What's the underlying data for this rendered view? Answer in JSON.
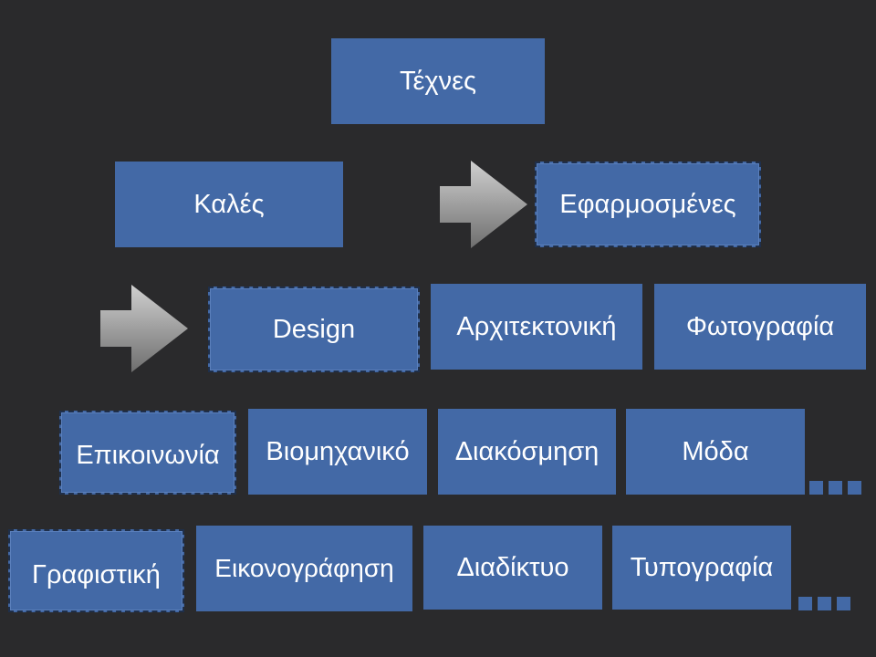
{
  "diagram": {
    "root": "Τέχνες",
    "level1": {
      "fine": "Καλές",
      "applied": "Εφαρμοσμένες"
    },
    "level2": {
      "design": "Design",
      "architecture": "Αρχιτεκτονική",
      "photography": "Φωτογραφία"
    },
    "level3": {
      "communication": "Επικοινωνία",
      "industrial": "Βιομηχανικό",
      "decoration": "Διακόσμηση",
      "fashion": "Μόδα"
    },
    "level4": {
      "graphics": "Γραφιστική",
      "illustration": "Εικονογράφηση",
      "web": "Διαδίκτυο",
      "typography": "Τυπογραφία"
    }
  },
  "colors": {
    "background": "#2a2a2c",
    "box": "#4369a6",
    "text": "#ffffff"
  },
  "icons": [
    "arrow-right-icon",
    "ellipsis-icon"
  ]
}
